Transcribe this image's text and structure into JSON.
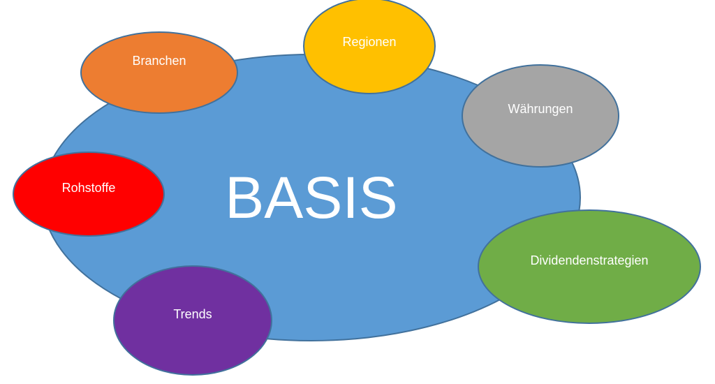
{
  "diagram": {
    "center": {
      "label": "BASIS",
      "color": "#5b9bd5"
    },
    "outline_color": "#41719c",
    "bubbles": [
      {
        "key": "branchen",
        "label": "Branchen",
        "color": "#ed7d31"
      },
      {
        "key": "regionen",
        "label": "Regionen",
        "color": "#ffc000"
      },
      {
        "key": "waehrungen",
        "label": "Währungen",
        "color": "#a5a5a5"
      },
      {
        "key": "rohstoffe",
        "label": "Rohstoffe",
        "color": "#ff0000"
      },
      {
        "key": "dividendenstrategien",
        "label": "Dividendenstrategien",
        "color": "#70ad47"
      },
      {
        "key": "trends",
        "label": "Trends",
        "color": "#7030a0"
      }
    ]
  }
}
